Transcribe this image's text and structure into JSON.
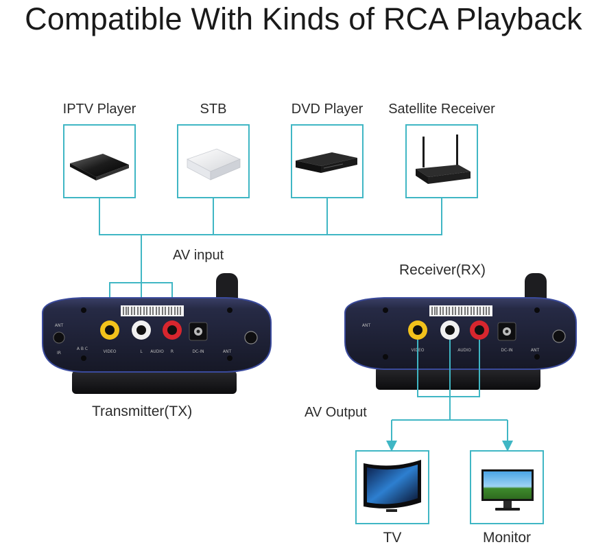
{
  "title": "Compatible With Kinds of RCA Playback",
  "sources": [
    {
      "label": "IPTV Player",
      "icon": "iptv-player-icon"
    },
    {
      "label": "STB",
      "icon": "stb-box-icon"
    },
    {
      "label": "DVD Player",
      "icon": "dvd-player-icon"
    },
    {
      "label": "Satellite Receiver",
      "icon": "satellite-receiver-icon"
    }
  ],
  "av_input_label": "AV input",
  "receiver_label": "Receiver(RX)",
  "transmitter_label": "Transmitter(TX)",
  "av_output_label": "AV Output",
  "outputs": [
    {
      "label": "TV",
      "icon": "tv-icon"
    },
    {
      "label": "Monitor",
      "icon": "monitor-icon"
    }
  ],
  "device_port_labels": {
    "ant": "ANT",
    "ir": "IR",
    "abc": "A  B  C",
    "video": "VIDEO",
    "audio": "AUDIO",
    "l": "L",
    "r": "R",
    "dcin": "DC-IN"
  },
  "colors": {
    "line": "#3fb6c4",
    "device_body": "#23263a",
    "device_accent": "#2e3a8c",
    "rca_yellow": "#f2c21b",
    "rca_white": "#f1f1f1",
    "rca_red": "#d7262e"
  }
}
